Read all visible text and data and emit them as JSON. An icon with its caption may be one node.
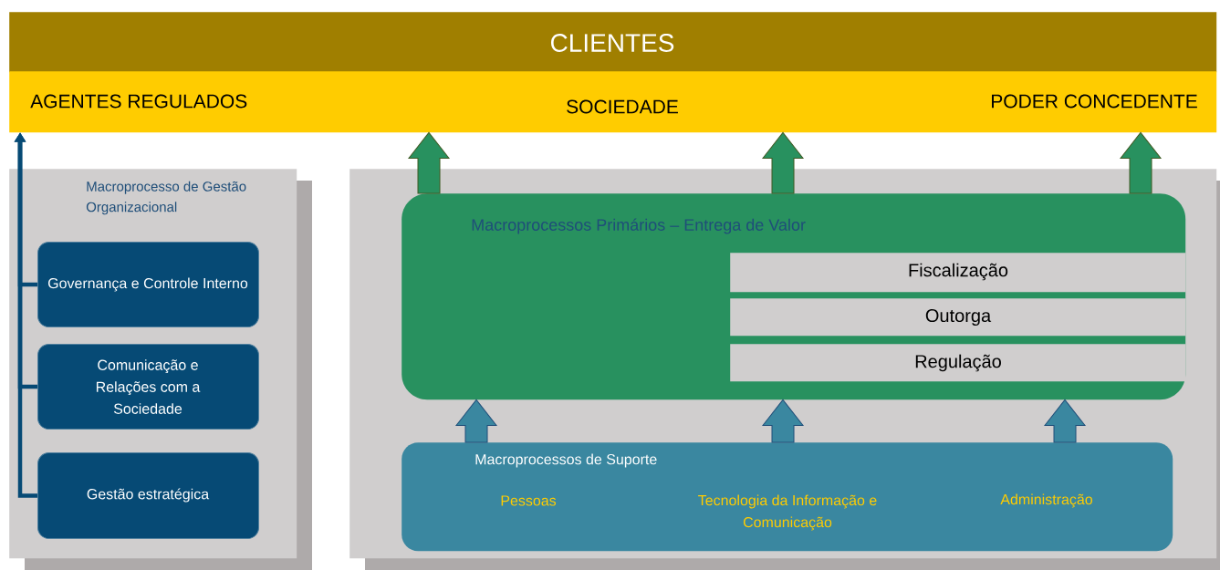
{
  "diagram": {
    "nodes": [
      {
        "text": [
          "CLIENTES"
        ]
      },
      {
        "text": [
          "AGENTES REGULADOS",
          "SOCIEDADE",
          "PODER CONCEDENTE"
        ]
      },
      {
        "text": [
          "Macroprocesso de Gestão Organizacional"
        ]
      },
      {
        "text": [
          "Governança e Controle Interno"
        ],
        "in": 2
      },
      {
        "text": [
          "Comunicação e Relações com a Sociedade"
        ],
        "in": 2
      },
      {
        "text": [
          "Gestão estratégica"
        ],
        "in": 2
      },
      {
        "text": [],
        "shape": "box"
      },
      {
        "text": [
          "Macroprocessos Primários – Entrega de Valor"
        ],
        "in": 6
      },
      {
        "text": [
          "Fiscalização"
        ],
        "in": 7
      },
      {
        "text": [
          "Outorga"
        ],
        "in": 7
      },
      {
        "text": [
          "Regulação"
        ],
        "in": 7
      },
      {
        "text": [
          "Macroprocessos de Suporte",
          "Pessoas",
          "Tecnologia da Informação e Comunicação",
          "Administração"
        ],
        "in": 6
      }
    ],
    "edges": [
      {
        "from": 3,
        "to": 1,
        "arrow": "to"
      },
      {
        "from": 4,
        "to": 1,
        "arrow": "to"
      },
      {
        "from": 5,
        "to": 1,
        "arrow": "to"
      },
      {
        "from": 7,
        "to": 1,
        "arrow": "to"
      },
      {
        "from": 7,
        "to": 1,
        "arrow": "to"
      },
      {
        "from": 7,
        "to": 1,
        "arrow": "to"
      },
      {
        "from": 11,
        "to": 7,
        "arrow": "to"
      },
      {
        "from": 11,
        "to": 7,
        "arrow": "to"
      },
      {
        "from": 11,
        "to": 7,
        "arrow": "to"
      }
    ]
  }
}
